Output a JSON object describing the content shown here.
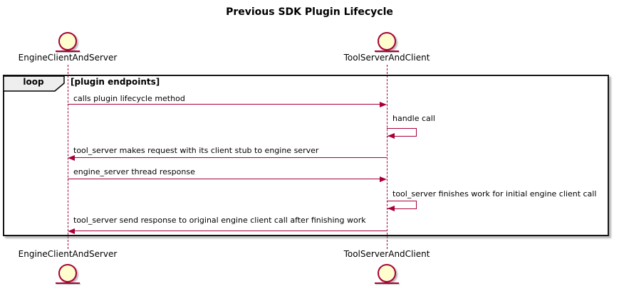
{
  "title": "Previous SDK Plugin Lifecycle",
  "diagram_type": "sequence",
  "colors": {
    "accent": "#A80036",
    "entity_fill": "#FEFECE",
    "frame_border": "#151515",
    "loop_label_bg": "#EEEEEE"
  },
  "participants": [
    {
      "name": "EngineClientAndServer",
      "icon": "entity-circle-icon"
    },
    {
      "name": "ToolServerAndClient",
      "icon": "entity-circle-icon"
    }
  ],
  "loop": {
    "label": "loop",
    "condition": "[plugin endpoints]"
  },
  "messages": [
    {
      "text": "calls plugin lifecycle method",
      "from": "EngineClientAndServer",
      "to": "ToolServerAndClient",
      "kind": "arrow-right"
    },
    {
      "text": "handle call",
      "from": "ToolServerAndClient",
      "to": "ToolServerAndClient",
      "kind": "self"
    },
    {
      "text": "tool_server makes request with its client stub to engine server",
      "from": "ToolServerAndClient",
      "to": "EngineClientAndServer",
      "kind": "arrow-left"
    },
    {
      "text": "engine_server thread response",
      "from": "EngineClientAndServer",
      "to": "ToolServerAndClient",
      "kind": "arrow-right"
    },
    {
      "text": "tool_server finishes work for initial engine client call",
      "from": "ToolServerAndClient",
      "to": "ToolServerAndClient",
      "kind": "self"
    },
    {
      "text": "tool_server send response to original engine client call after finishing work",
      "from": "ToolServerAndClient",
      "to": "EngineClientAndServer",
      "kind": "arrow-left"
    }
  ]
}
